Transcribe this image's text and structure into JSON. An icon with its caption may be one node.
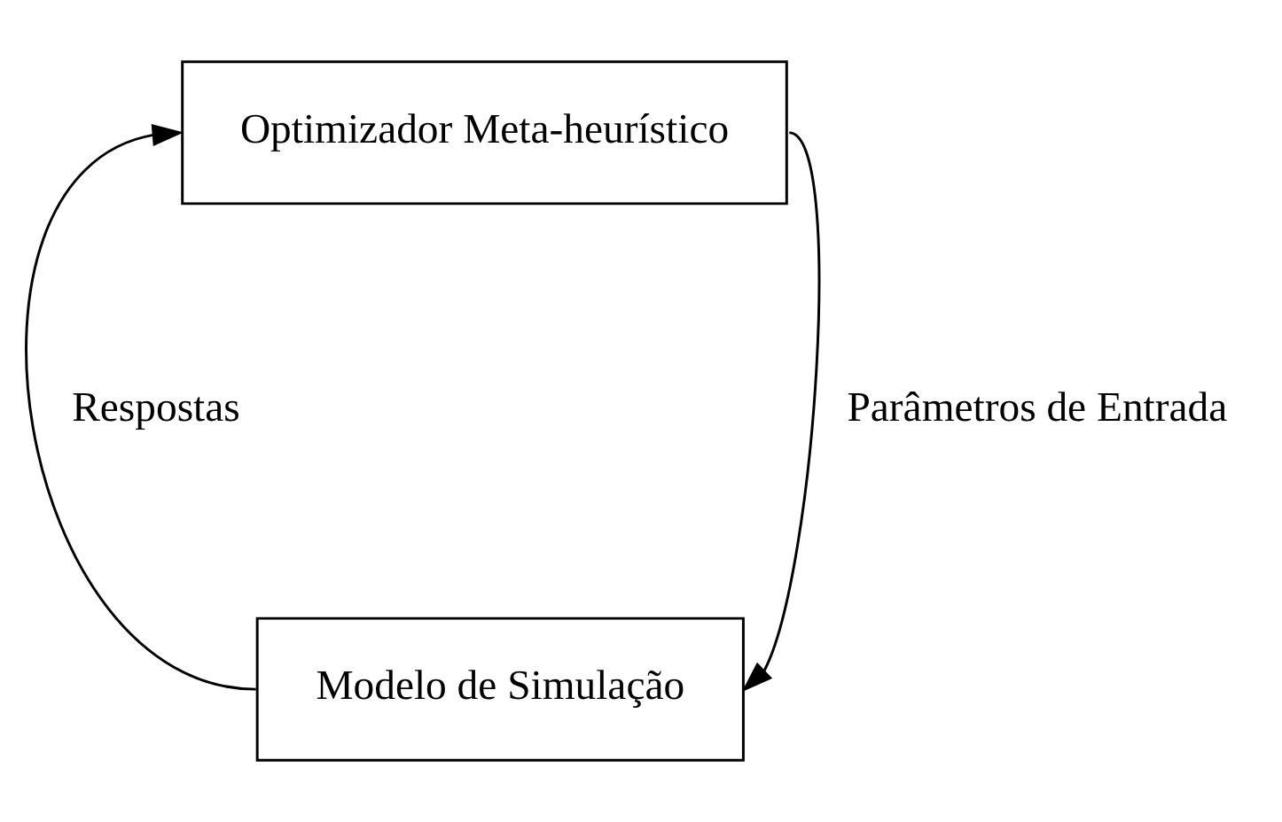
{
  "diagram": {
    "nodes": [
      {
        "text": [
          "Optimizador Meta-heurístico"
        ]
      },
      {
        "text": [
          "Modelo de Simulação"
        ]
      }
    ],
    "edges": [
      {
        "from": 0,
        "to": 1,
        "arrow": "to",
        "label": "Parâmetros de Entrada"
      },
      {
        "from": 1,
        "to": 0,
        "arrow": "to",
        "label": "Respostas"
      }
    ]
  }
}
